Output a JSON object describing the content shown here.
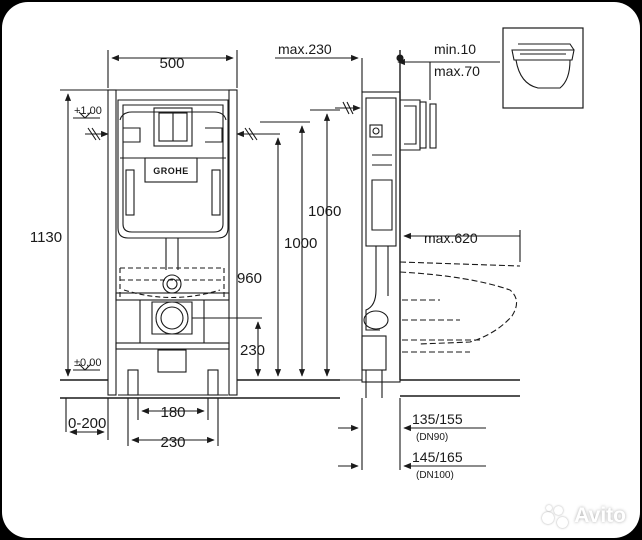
{
  "dimensions": {
    "top_width": "500",
    "top_offset": "max.230",
    "adjust_min": "min.10",
    "adjust_max": "max.70",
    "level_plus": "+1,00",
    "level_zero": "±0,00",
    "frame_height": "1130",
    "h1060": "1060",
    "h1000": "1000",
    "h960": "960",
    "h230": "230",
    "bowl_depth": "max.620",
    "floor_offset": "0-200",
    "foot_180": "180",
    "foot_230": "230",
    "pipe_90": "135/155",
    "pipe_90_dn": "(DN90)",
    "pipe_100": "145/165",
    "pipe_100_dn": "(DN100)"
  },
  "logo": {
    "brand": "GROHE"
  },
  "watermark": {
    "text": "Avito"
  },
  "colors": {
    "line": "#1a1a1a",
    "background": "#ffffff",
    "frame": "#000000"
  }
}
